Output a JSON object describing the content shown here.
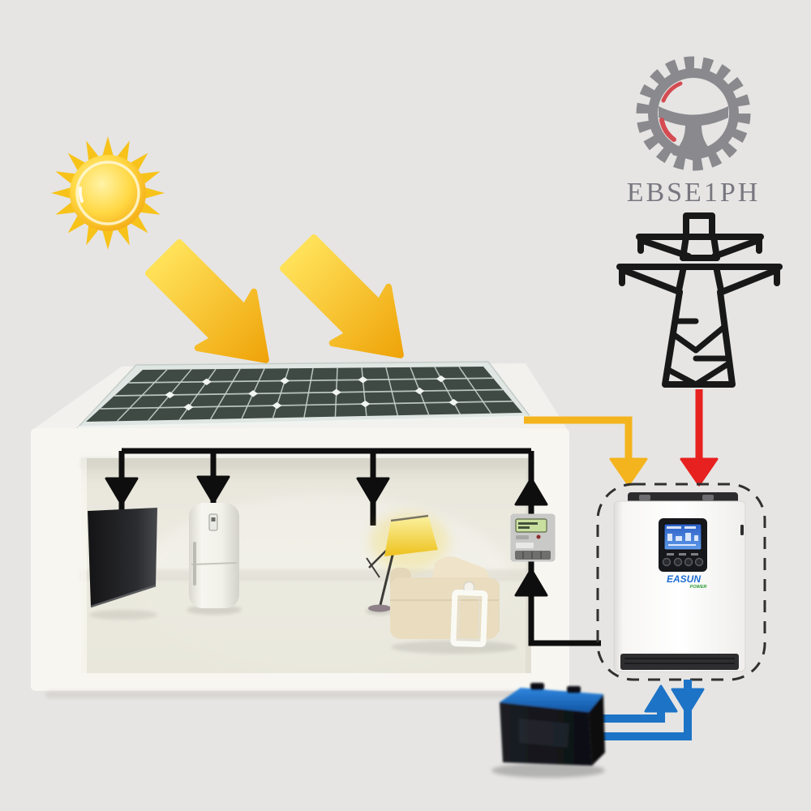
{
  "watermark": {
    "brand": "EBSE1PH",
    "logo_icon": "gear-steering-wheel-icon",
    "text_color": "#787780",
    "icon_color": "#8a898d",
    "accent_color": "#d44c52"
  },
  "inverter": {
    "brand": "EASUN",
    "brand_sub": "POWER",
    "display": "lcd-screen",
    "buttons": 4
  },
  "scene": {
    "background_color": "#e6e5e4",
    "components": [
      {
        "id": "sun",
        "icon": "sun-icon",
        "color": "#f7c31b"
      },
      {
        "id": "sunlight-arrows",
        "icon": "double-down-right-arrows-icon",
        "color": "#f6b513"
      },
      {
        "id": "solar-panel",
        "icon": "pv-panel",
        "color": "#3f4a44"
      },
      {
        "id": "house",
        "icon": "house-cutaway",
        "color": "#f7f6f1"
      },
      {
        "id": "tv",
        "icon": "wall-tv",
        "color": "#1b1c1e"
      },
      {
        "id": "refrigerator",
        "icon": "fridge",
        "color": "#f2f1ea"
      },
      {
        "id": "floor-lamp",
        "icon": "floor-lamp",
        "color": "#f0ca2e"
      },
      {
        "id": "sofa",
        "icon": "sofa",
        "color": "#e9dcc0"
      },
      {
        "id": "decor-frame",
        "icon": "white-frame",
        "color": "#fafaf5"
      },
      {
        "id": "energy-meter",
        "icon": "kwh-meter",
        "color": "#c5c5c3"
      },
      {
        "id": "grid-tower",
        "icon": "power-grid-tower-icon",
        "color": "#181818"
      },
      {
        "id": "inverter",
        "icon": "hybrid-solar-inverter",
        "color": "#ffffff"
      },
      {
        "id": "battery",
        "icon": "battery",
        "color": "#16181c"
      }
    ],
    "flows": [
      {
        "from": "solar-panel",
        "to": "inverter",
        "color": "#f4b41e"
      },
      {
        "from": "grid-tower",
        "to": "inverter",
        "color": "#e7211f"
      },
      {
        "from": "inverter",
        "to": "house-loads",
        "color": "#0e0e0e"
      },
      {
        "from": "battery",
        "to": "inverter",
        "color": "#1d73c6"
      },
      {
        "from": "inverter",
        "to": "battery",
        "color": "#1d73c6"
      }
    ]
  }
}
